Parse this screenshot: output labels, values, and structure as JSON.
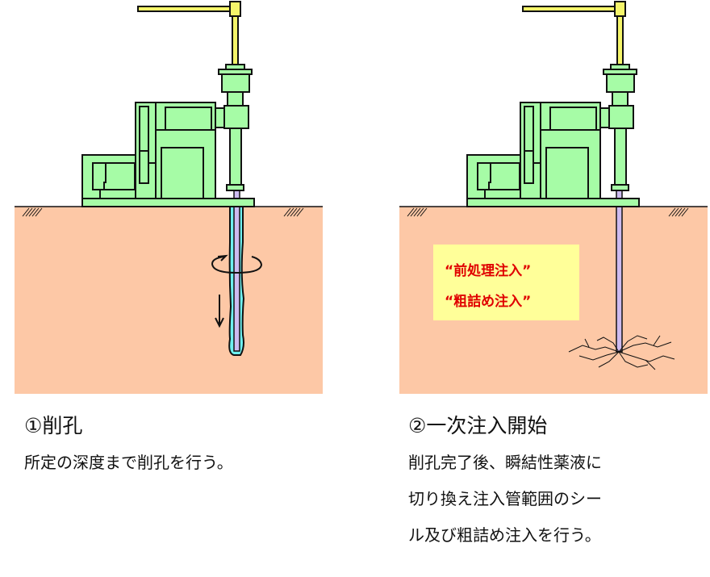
{
  "panels": [
    {
      "title": "①削孔",
      "description": [
        "所定の深度まで削孔を行う。"
      ]
    },
    {
      "title": "②一次注入開始",
      "description": [
        "削孔完了後、瞬結性薬液に",
        "切り換え注入管範囲のシー",
        "ル及び粗詰め注入を行う。"
      ],
      "note": [
        "“前処理注入”",
        "“粗詰め注入”"
      ]
    }
  ],
  "colors": {
    "machine": "#a6fca6",
    "rod": "#f5f56a",
    "soil": "#fdc8a6",
    "grout": "#6ef0f0",
    "pipe": "#cdbbf0",
    "note_bg": "#ffff99",
    "note_text": "#e00000"
  }
}
